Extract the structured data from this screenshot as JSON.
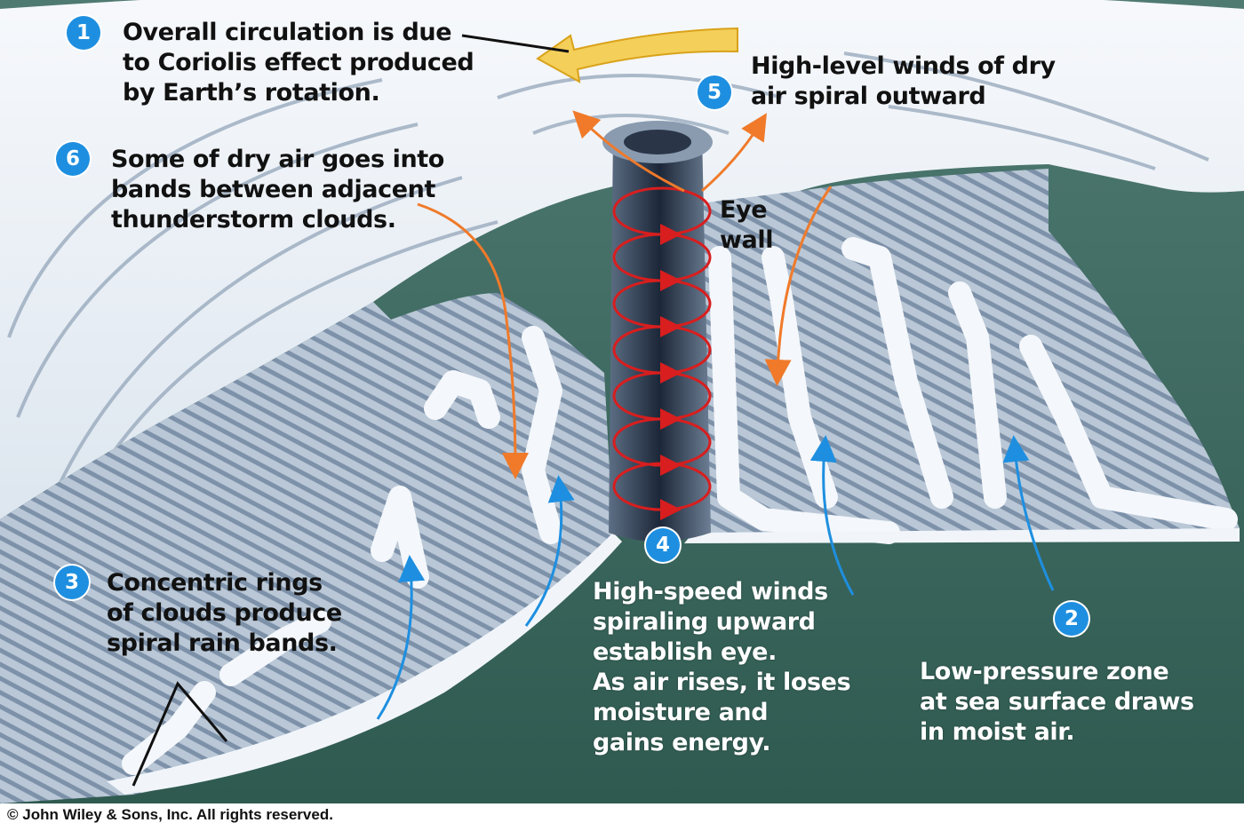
{
  "callouts": [
    {
      "number": "1",
      "text": "Overall circulation is due\nto Coriolis effect produced\nby Earth’s rotation."
    },
    {
      "number": "2",
      "text": "Low-pressure zone\nat sea surface draws\nin moist air."
    },
    {
      "number": "3",
      "text": "Concentric rings\nof clouds produce\nspiral rain bands."
    },
    {
      "number": "4",
      "text": "High-speed winds\nspiraling upward\nestablish eye.\nAs air rises, it loses\nmoisture and\ngains energy."
    },
    {
      "number": "5",
      "text": "High-level winds of dry\nair spiral outward"
    },
    {
      "number": "6",
      "text": "Some of dry air goes into\nbands between adjacent\nthunderstorm clouds."
    }
  ],
  "eye_wall_label": "Eye\nwall",
  "copyright": "© John Wiley & Sons, Inc. All rights reserved.",
  "colors": {
    "badge": "#1e8fe0",
    "ocean": "#3f6a5e",
    "cloud": "#eef3f8",
    "updraft_arrow": "#1e8fe0",
    "dry_air_arrow": "#f07a2a",
    "eyewall_spiral": "#d81e1e",
    "coriolis_arrow": "#f4cf5a"
  }
}
